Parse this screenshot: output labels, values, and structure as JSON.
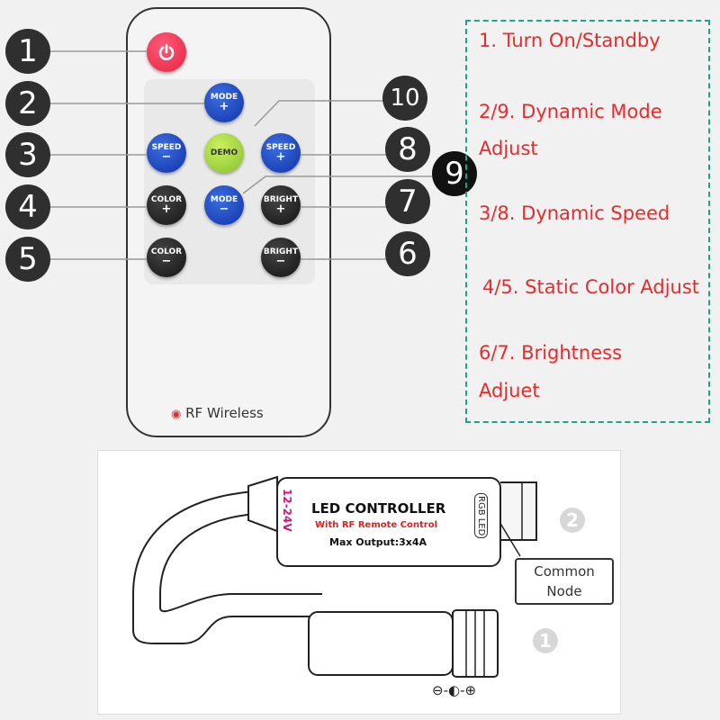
{
  "remote": {
    "buttons": {
      "mode_plus": {
        "label": "MODE",
        "sym": "+"
      },
      "speed_minus": {
        "label": "SPEED",
        "sym": "−"
      },
      "demo": {
        "label": "DEMO"
      },
      "speed_plus": {
        "label": "SPEED",
        "sym": "+"
      },
      "color_plus": {
        "label": "COLOR",
        "sym": "+"
      },
      "mode_minus": {
        "label": "MODE",
        "sym": "−"
      },
      "bright_plus": {
        "label": "BRIGHT",
        "sym": "+"
      },
      "color_minus": {
        "label": "COLOR",
        "sym": "−"
      },
      "bright_minus": {
        "label": "BRIGHT",
        "sym": "−"
      }
    },
    "rf_label": "RF Wireless"
  },
  "callouts": [
    "1",
    "2",
    "3",
    "4",
    "5",
    "6",
    "7",
    "8",
    "9",
    "10"
  ],
  "legend": {
    "l1": "1. Turn On/Standby",
    "l2a": "2/9. Dynamic Mode",
    "l2b": "Adjust",
    "l3": "3/8. Dynamic Speed",
    "l4": "4/5. Static Color Adjust",
    "l6a": "6/7. Brightness",
    "l6b": "Adjuet"
  },
  "controller": {
    "title": "LED CONTROLLER",
    "subtitle": "With RF Remote Control",
    "max_output": "Max Output:3x4A",
    "voltage": "12-24V",
    "port_label": "RGB LED",
    "common_node_1": "Common",
    "common_node_2": "Node",
    "plug_polarity": "⊖-◐-⊕",
    "part_1": "1",
    "part_2": "2"
  },
  "colors": {
    "legend_text": "#ea2a2a",
    "legend_border": "#18a58a",
    "power": "#e2243f",
    "mode_blue": "#1231a8",
    "demo_green": "#86c02a"
  }
}
